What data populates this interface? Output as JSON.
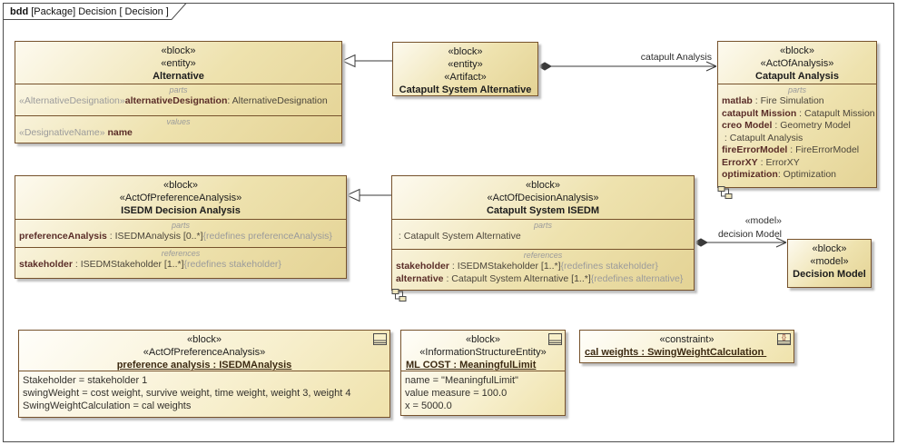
{
  "frame": {
    "tab_bold": "bdd",
    "tab_rest": " [Package] Decision [ Decision ]"
  },
  "connectors": {
    "catapult_analysis_label": "catapult Analysis",
    "model_stereotype": "«model»",
    "decision_model_label": "decision Model"
  },
  "blocks": {
    "alternative": {
      "stereo1": "«block»",
      "stereo2": "«entity»",
      "name": "Alternative",
      "parts_label": "parts",
      "part1_prefix": "«AlternativeDesignation»",
      "part1_name": "alternativeDesignation",
      "part1_type": ": AlternativeDesignation",
      "values_label": "values",
      "value1_prefix": "«DesignativeName» ",
      "value1_name": "name"
    },
    "catapult_system_alternative": {
      "stereo1": "«block»",
      "stereo2": "«entity»",
      "stereo3": "«Artifact»",
      "name": "Catapult System Alternative"
    },
    "catapult_analysis": {
      "stereo1": "«block»",
      "stereo2": "«ActOfAnalysis»",
      "name": "Catapult Analysis",
      "parts_label": "parts",
      "parts": [
        {
          "name": "matlab",
          "type": " : Fire Simulation"
        },
        {
          "name": "catapult Mission",
          "type": " : Catapult Mission"
        },
        {
          "name": "creo Model",
          "type": " : Geometry Model"
        },
        {
          "name": "",
          "type": " : Catapult Analysis"
        },
        {
          "name": "fireErrorModel",
          "type": " : FireErrorModel"
        },
        {
          "name": "ErrorXY",
          "type": " : ErrorXY"
        },
        {
          "name": "optimization",
          "type": ": Optimization"
        }
      ]
    },
    "isedm_decision_analysis": {
      "stereo1": "«block»",
      "stereo2": "«ActOfPreferenceAnalysis»",
      "name": "ISEDM Decision Analysis",
      "parts_label": "parts",
      "part1_name": "preferenceAnalysis",
      "part1_type": " : ISEDMAnalysis [0..*]",
      "part1_redefines": "{redefines preferenceAnalysis}",
      "references_label": "references",
      "ref1_name": "stakeholder",
      "ref1_type": " : ISEDMStakeholder [1..*]",
      "ref1_redefines": "{redefines stakeholder}"
    },
    "catapult_system_isedm": {
      "stereo1": "«block»",
      "stereo2": "«ActOfDecisionAnalysis»",
      "name": "Catapult System ISEDM",
      "parts_label": "parts",
      "part1_type": " : Catapult System Alternative",
      "references_label": "references",
      "ref1_name": "stakeholder",
      "ref1_type": " : ISEDMStakeholder [1..*]",
      "ref1_redefines": "{redefines stakeholder}",
      "ref2_name": "alternative",
      "ref2_type": " : Catapult System Alternative [1..*]",
      "ref2_redefines": "{redefines alternative}"
    },
    "decision_model": {
      "stereo1": "«block»",
      "stereo2": "«model»",
      "name": "Decision Model"
    },
    "preference_analysis": {
      "stereo1": "«block»",
      "stereo2": "«ActOfPreferenceAnalysis»",
      "title": "preference analysis : ISEDMAnalysis",
      "slots": [
        "Stakeholder = stakeholder 1",
        "swingWeight = cost weight, survive weight, time weight, weight 3, weight 4",
        "SwingWeightCalculation = cal weights"
      ]
    },
    "ml_cost": {
      "stereo1": "«block»",
      "stereo2": "«InformationStructureEntity»",
      "title": "ML COST : MeaningfulLimit",
      "slots": [
        "name = \"MeaningfulLimit\"",
        "value measure = 100.0",
        "x = 5000.0"
      ]
    },
    "cal_weights": {
      "stereo1": "«constraint»",
      "title": "cal weights : SwingWeightCalculation "
    }
  }
}
